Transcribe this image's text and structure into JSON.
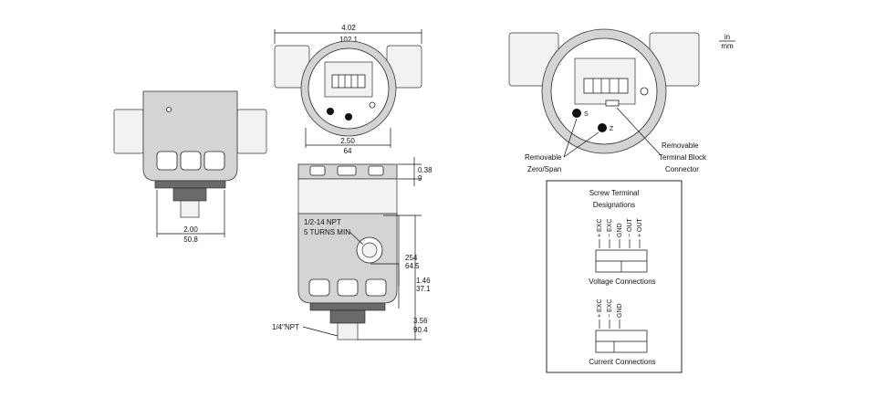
{
  "units": {
    "top": "in",
    "bottom": "mm"
  },
  "dimensions": {
    "width_top": {
      "in": "4.02",
      "mm": "102.1"
    },
    "width_face": {
      "in": "2.50",
      "mm": "64"
    },
    "width_side": {
      "in": "2.00",
      "mm": "50.8"
    },
    "depth_cap": {
      "in": "0.38",
      "mm": "9"
    },
    "height_port": {
      "in": "254",
      "mm": "64.5"
    },
    "height_lower": {
      "in": "1.46",
      "mm": "37.1"
    },
    "height_total": {
      "in": "3.56",
      "mm": "90.4"
    }
  },
  "callouts": {
    "conduit_line1": "1/2-14 NPT",
    "conduit_line2": "5 TURNS MIN",
    "process_port": "1/4\"NPT",
    "zero_span_line1": "Removable",
    "zero_span_line2": "Zero/Span",
    "terminal_line1": "Removable",
    "terminal_line2": "Terminal Block",
    "terminal_line3": "Connector",
    "face_s": "S",
    "face_z": "Z"
  },
  "terminal_box": {
    "title_line1": "Screw Terminal",
    "title_line2": "Designations",
    "voltage": {
      "pins": [
        {
          "sign": "+",
          "name": "EXC"
        },
        {
          "sign": "−",
          "name": "EXC"
        },
        {
          "sign": "",
          "name": "GND"
        },
        {
          "sign": "−",
          "name": "OUT"
        },
        {
          "sign": "+",
          "name": "OUT"
        }
      ],
      "caption": "Voltage Connections"
    },
    "current": {
      "pins": [
        {
          "sign": "+",
          "name": "EXC"
        },
        {
          "sign": "−",
          "name": "EXC"
        },
        {
          "sign": "",
          "name": "GND"
        }
      ],
      "caption": "Current Connections"
    }
  }
}
